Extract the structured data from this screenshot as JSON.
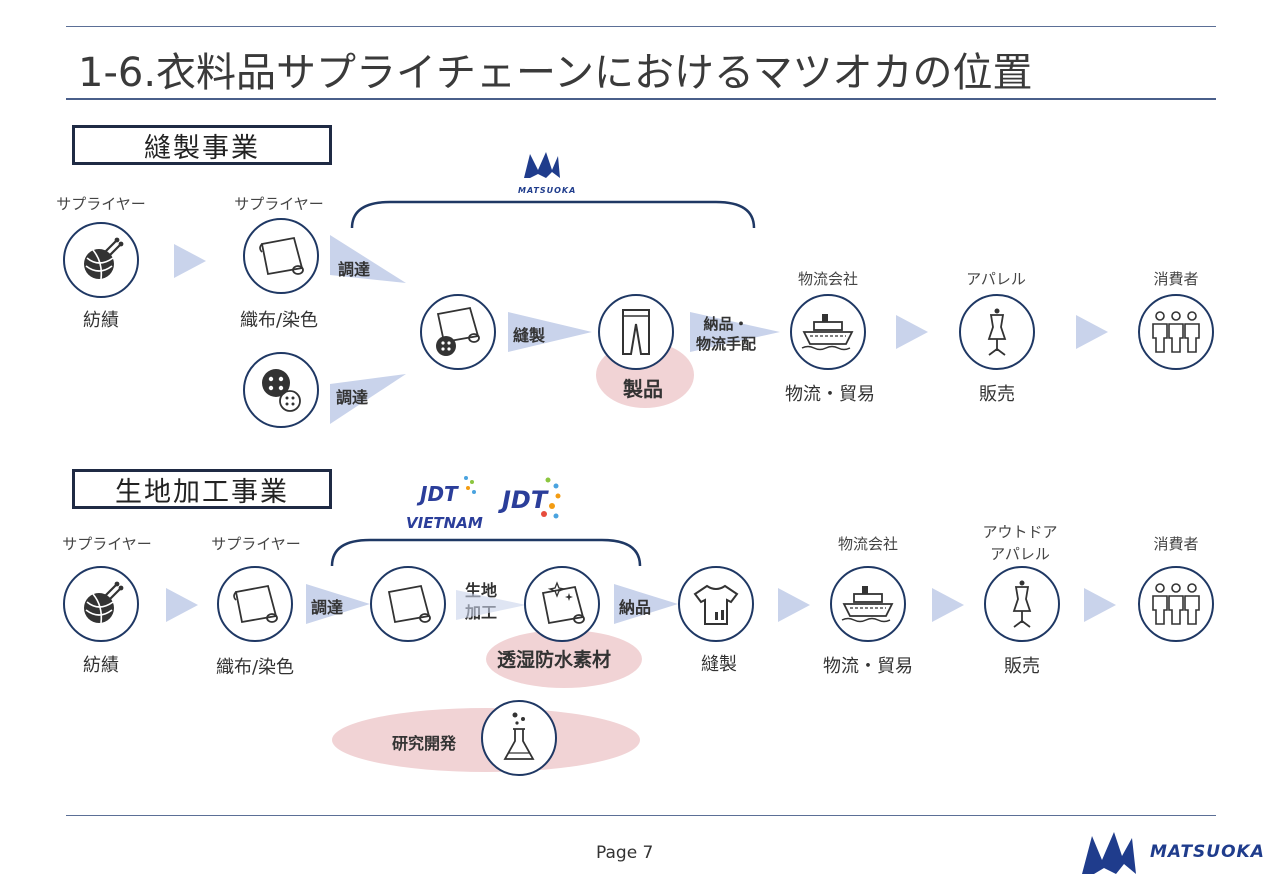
{
  "title": "1-6.衣料品サプライチェーンにおけるマツオカの位置",
  "sections": {
    "sewing": "縫製事業",
    "fabric": "生地加工事業"
  },
  "sewing_flow": {
    "supplier1_top": "サプライヤー",
    "supplier1_bottom": "紡績",
    "supplier2_top": "サプライヤー",
    "supplier2_bottom": "織布/染色",
    "procure1": "調達",
    "procure2": "調達",
    "sew": "縫製",
    "deliver": "納品・\n物流手配",
    "product": "製品",
    "logistics_top": "物流会社",
    "logistics_bottom": "物流・貿易",
    "apparel_top": "アパレル",
    "apparel_bottom": "販売",
    "consumer_top": "消費者",
    "matsuoka_logo": "MATSUOKA"
  },
  "fabric_flow": {
    "supplier1_top": "サプライヤー",
    "supplier1_bottom": "紡績",
    "supplier2_top": "サプライヤー",
    "supplier2_bottom": "織布/染色",
    "procure": "調達",
    "process": "生地\n加工",
    "deliver": "納品",
    "material": "透湿防水素材",
    "sew_bottom": "縫製",
    "logistics_top": "物流会社",
    "logistics_bottom": "物流・貿易",
    "outdoor_top": "アウトドア\nアパレル",
    "outdoor_bottom": "販売",
    "consumer_top": "消費者",
    "rnd": "研究開発",
    "jdt_vietnam_logo": "JDT",
    "jdt_vietnam_sub": "VIETNAM",
    "jdt_logo": "JDT"
  },
  "footer": {
    "page": "Page 7",
    "brand": "MATSUOKA"
  },
  "colors": {
    "navy": "#1f3864",
    "arrow": "#c9d3eb",
    "highlight": "#f1d3d5"
  }
}
